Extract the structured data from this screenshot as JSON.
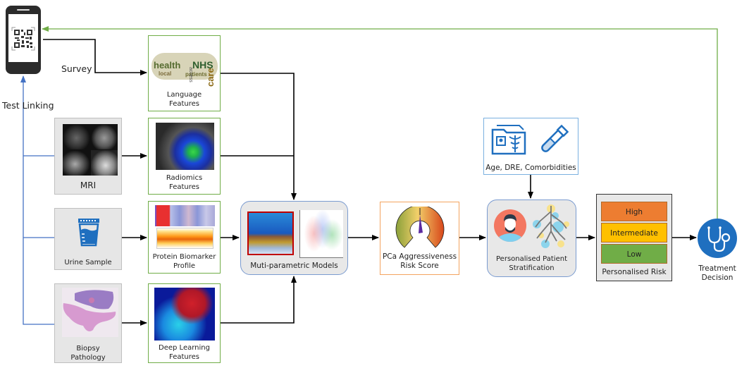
{
  "labels": {
    "survey": "Survey",
    "test_linking": "Test Linking"
  },
  "inputs": {
    "mri": "MRI",
    "urine": "Urine Sample",
    "biopsy_line1": "Biopsy",
    "biopsy_line2": "Pathology"
  },
  "features": {
    "language_line1": "Language",
    "language_line2": "Features",
    "radiomics_line1": "Radiomics",
    "radiomics_line2": "Features",
    "protein_line1": "Protein Biomarker",
    "protein_line2": "Profile",
    "deep_line1": "Deep Learning",
    "deep_line2": "Features"
  },
  "wordcloud": {
    "words": [
      "health",
      "NHS",
      "patients",
      "local",
      "care",
      "access"
    ]
  },
  "models": {
    "label": "Muti-parametric  Models"
  },
  "risk_score": {
    "line1": "PCa Aggressiveness",
    "line2": "Risk Score"
  },
  "clinical": {
    "label": "Age,  DRE, Comorbidities"
  },
  "stratification": {
    "line1": "Personalised Patient",
    "line2": "Stratification"
  },
  "personalised_risk": {
    "title": "Personalised Risk",
    "levels": [
      {
        "label": "High",
        "color": "#ed7d31"
      },
      {
        "label": "Intermediate",
        "color": "#ffc000"
      },
      {
        "label": "Low",
        "color": "#70ad47"
      }
    ]
  },
  "treatment": {
    "line1": "Treatment",
    "line2": "Decision"
  },
  "colors": {
    "feature_border": "#70ad47",
    "feedback_line": "#70ad47",
    "link_line": "#4472c4",
    "score_border": "#f4a460",
    "treatment_fill": "#1f6fbf"
  }
}
